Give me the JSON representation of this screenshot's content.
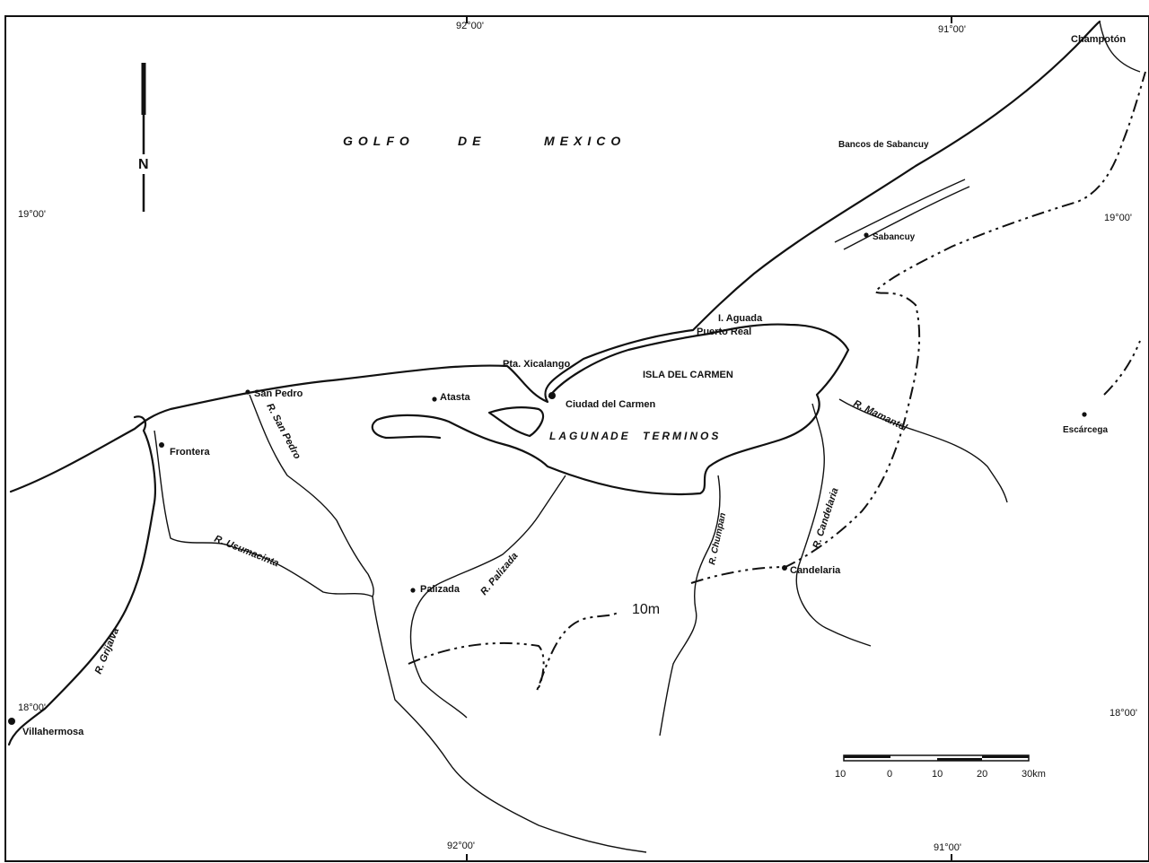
{
  "sea": {
    "golfo": "GOLFO",
    "de": "DE",
    "mexico": "MEXICO",
    "laguna": "LAGUNA",
    "de2": "DE",
    "terminos": "TERMINOS"
  },
  "coords": {
    "top_92": "92°00'",
    "top_91": "91°00'",
    "bottom_92": "92°00'",
    "bottom_91": "91°00'",
    "left_19": "19°00'",
    "right_19": "19°00'",
    "left_18": "18°00'",
    "right_18": "18°00'"
  },
  "north": "N",
  "places": {
    "champoton": "Champotón",
    "bancos": "Bancos de Sabancuy",
    "sabancuy": "Sabancuy",
    "aguada": "I. Aguada",
    "puerto_real": "Puerto Real",
    "xicalango": "Pta. Xicalango",
    "isla_carmen": "ISLA DEL CARMEN",
    "ciudad_carmen": "Ciudad del Carmen",
    "atasta": "Atasta",
    "san_pedro": "San Pedro",
    "frontera": "Frontera",
    "palizada": "Palizada",
    "candelaria": "Candelaria",
    "escarcega": "Escárcega",
    "villahermosa": "Villahermosa"
  },
  "rivers": {
    "san_pedro": "R. San Pedro",
    "usumacinta": "R. Usumacinta",
    "grijalva": "R. Grijalva",
    "palizada": "R. Palizada",
    "chumpan": "R. Chumpan",
    "candelaria": "R. Candelaria",
    "mamantel": "R. Mamantel"
  },
  "contour": "10m",
  "scale": {
    "ticks": [
      "10",
      "0",
      "10",
      "20",
      "30km"
    ]
  }
}
